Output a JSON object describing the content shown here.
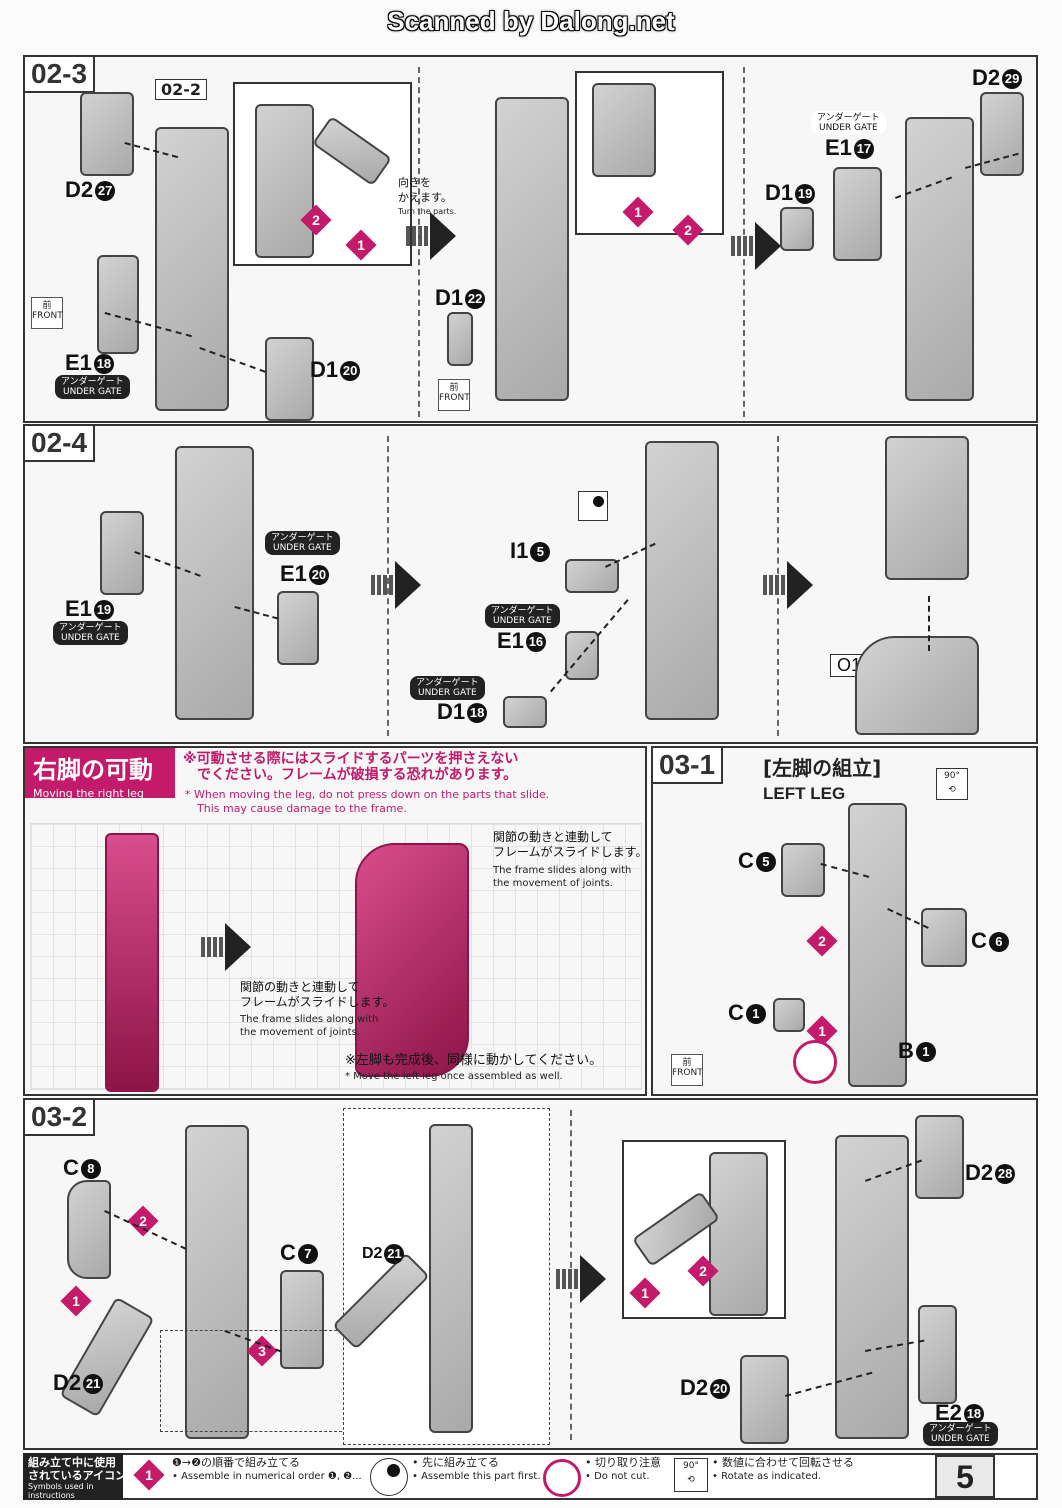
{
  "header": {
    "watermark": "Scanned by Dalong.net"
  },
  "steps": {
    "s02_3": "02-3",
    "s02_3_ref": "02-2",
    "s02_4": "02-4",
    "s03_1": "03-1",
    "s03_2": "03-2"
  },
  "step02_3": {
    "parts": {
      "d2_27": "D2",
      "d2_27n": "27",
      "e1_18": "E1",
      "e1_18n": "18",
      "d1_20": "D1",
      "d1_20n": "20",
      "d1_22": "D1",
      "d1_22n": "22",
      "d2_29": "D2",
      "d2_29n": "29",
      "e1_17": "E1",
      "e1_17n": "17",
      "d1_19": "D1",
      "d1_19n": "19"
    },
    "turn_jp": "向きを\nかえます。",
    "turn_en": "Turn the parts.",
    "front_jp": "前",
    "front_en": "FRONT",
    "under_gate_jp": "アンダーゲート",
    "under_gate_en": "UNDER GATE"
  },
  "step02_4": {
    "parts": {
      "e1_19": "E1",
      "e1_19n": "19",
      "e1_20": "E1",
      "e1_20n": "20",
      "i1_5": "I1",
      "i1_5n": "5",
      "e1_16": "E1",
      "e1_16n": "16",
      "d1_18": "D1",
      "d1_18n": "18",
      "o1": "O1"
    }
  },
  "right_leg": {
    "title_jp": "右脚の可動",
    "title_en": "Moving the right leg",
    "warn_jp1": "※可動させる際にはスライドするパーツを押さえない",
    "warn_jp2": "でください。フレームが破損する恐れがあります。",
    "warn_en1": "* When moving the leg, do not press down on the parts that slide.",
    "warn_en2": "This may cause damage to the frame.",
    "note1_jp": "関節の動きと連動して\nフレームがスライドします。",
    "note1_en": "The frame slides along with\nthe movement of joints.",
    "note2_jp": "関節の動きと連動して\nフレームがスライドします。",
    "note2_en": "The frame slides along with\nthe movement of joints.",
    "left_note_jp": "※左脚も完成後、同様に動かしてください。",
    "left_note_en": "* Move the left leg once assembled as well."
  },
  "step03_1": {
    "title_jp": "[左脚の組立]",
    "title_en": "LEFT LEG",
    "rotate": "90°",
    "parts": {
      "c5": "C",
      "c5n": "5",
      "c6": "C",
      "c6n": "6",
      "c1": "C",
      "c1n": "1",
      "b1": "B",
      "b1n": "1"
    }
  },
  "step03_2": {
    "parts": {
      "c8": "C",
      "c8n": "8",
      "c7": "C",
      "c7n": "7",
      "d2_21": "D2",
      "d2_21n": "21",
      "d2_21b": "D2",
      "d2_21bn": "21",
      "d2_28": "D2",
      "d2_28n": "28",
      "d2_20": "D2",
      "d2_20n": "20",
      "e2_18": "E2",
      "e2_18n": "18"
    }
  },
  "legend": {
    "title_jp": "組み立て中に使用\nされているアイコン",
    "title_en": "Symbols used in instructions",
    "i1_jp": "❶→❷の順番で組み立てる",
    "i1_en": "• Assemble in numerical order ❶, ❷...",
    "i2_jp": "• 先に組み立てる",
    "i2_en": "• Assemble this part first.",
    "i3_jp": "• 切り取り注意",
    "i3_en": "• Do not cut.",
    "i4_jp": "• 数値に合わせて回転させる",
    "i4_en": "• Rotate as indicated.",
    "rotate": "90°",
    "page": "5"
  }
}
